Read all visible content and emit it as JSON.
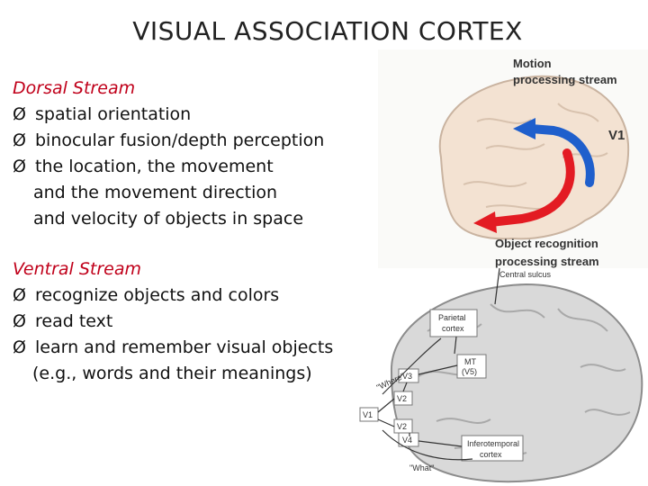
{
  "title": "VISUAL ASSOCIATION CORTEX",
  "dorsal": {
    "heading": "Dorsal Stream",
    "bullet_marker": "Ø",
    "items": [
      [
        "spatial orientation"
      ],
      [
        "binocular fusion/depth perception"
      ],
      [
        "the location, the movement",
        "and the movement direction",
        "and velocity of objects in space"
      ]
    ]
  },
  "ventral": {
    "heading": "Ventral Stream",
    "bullet_marker": "Ø",
    "items": [
      [
        "recognize objects and colors"
      ],
      [
        "read text"
      ],
      [
        "learn and remember visual objects",
        "(e.g., words and their meanings)"
      ]
    ]
  },
  "top_figure": {
    "motion_label_1": "Motion",
    "motion_label_2": "processing stream",
    "v1_label": "V1",
    "object_label_1": "Object recognition",
    "object_label_2": "processing stream",
    "dorsal_arrow_color": "#1f5fcc",
    "ventral_arrow_color": "#e31b23"
  },
  "bottom_figure": {
    "central_sulcus": "Central sulcus",
    "parietal_1": "Parietal",
    "parietal_2": "cortex",
    "mt_1": "MT",
    "mt_2": "(V5)",
    "where": "\"Where\"",
    "what": "\"What\"",
    "v1": "V1",
    "v2_top": "V2",
    "v2_bottom": "V2",
    "v3": "V3",
    "v4": "V4",
    "inferotemporal_1": "Inferotemporal",
    "inferotemporal_2": "cortex"
  }
}
